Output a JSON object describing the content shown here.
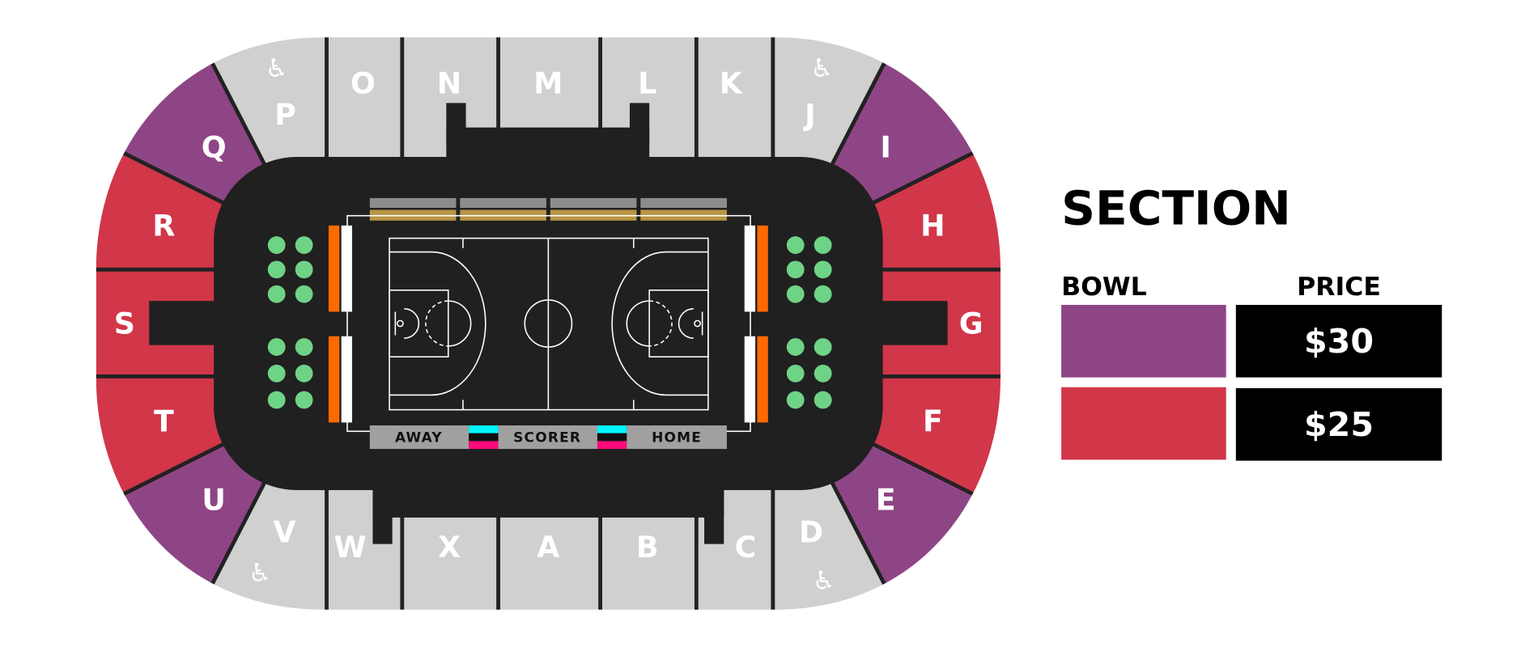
{
  "colors": {
    "bowl_purple": "#8e4585",
    "bowl_red": "#d13649",
    "grey": "#d0d0d0",
    "floor": "#202020"
  },
  "sections": [
    {
      "label": "A",
      "tier": "grey"
    },
    {
      "label": "B",
      "tier": "grey"
    },
    {
      "label": "C",
      "tier": "grey"
    },
    {
      "label": "D",
      "tier": "grey"
    },
    {
      "label": "E",
      "tier": "purple"
    },
    {
      "label": "F",
      "tier": "red"
    },
    {
      "label": "G",
      "tier": "red"
    },
    {
      "label": "H",
      "tier": "red"
    },
    {
      "label": "I",
      "tier": "purple"
    },
    {
      "label": "J",
      "tier": "grey"
    },
    {
      "label": "K",
      "tier": "grey"
    },
    {
      "label": "L",
      "tier": "grey"
    },
    {
      "label": "M",
      "tier": "grey"
    },
    {
      "label": "N",
      "tier": "grey"
    },
    {
      "label": "O",
      "tier": "grey"
    },
    {
      "label": "P",
      "tier": "grey"
    },
    {
      "label": "Q",
      "tier": "purple"
    },
    {
      "label": "R",
      "tier": "red"
    },
    {
      "label": "S",
      "tier": "red"
    },
    {
      "label": "T",
      "tier": "red"
    },
    {
      "label": "U",
      "tier": "purple"
    },
    {
      "label": "V",
      "tier": "grey"
    },
    {
      "label": "W",
      "tier": "grey"
    },
    {
      "label": "X",
      "tier": "grey"
    }
  ],
  "accessibility_icon": "wheelchair-icon",
  "scorer_table": {
    "away": "AWAY",
    "scorer": "SCORER",
    "home": "HOME"
  },
  "legend": {
    "title": "SECTION",
    "bowl_header": "BOWL",
    "price_header": "PRICE",
    "rows": [
      {
        "color": "#8e4585",
        "price": "$30"
      },
      {
        "color": "#d13649",
        "price": "$25"
      }
    ]
  }
}
